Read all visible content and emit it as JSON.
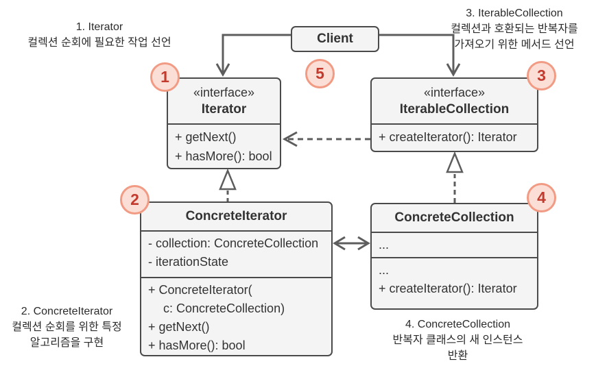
{
  "colors": {
    "box_fill": "#f4f4f4",
    "box_border": "#4a4a4a",
    "arrow": "#5d5d5d",
    "badge_fill": "#fbdfd6",
    "badge_border": "#f29b84",
    "badge_text": "#c23b2e"
  },
  "client": {
    "title": "Client"
  },
  "iterator": {
    "stereotype": "«interface»",
    "name": "Iterator",
    "methods": [
      "+ getNext()",
      "+ hasMore(): bool"
    ]
  },
  "iterableCollection": {
    "stereotype": "«interface»",
    "name": "IterableCollection",
    "methods": [
      "+ createIterator(): Iterator"
    ]
  },
  "concreteIterator": {
    "name": "ConcreteIterator",
    "fields": [
      "- collection: ConcreteCollection",
      "- iterationState"
    ],
    "methods": [
      "+ ConcreteIterator(",
      "c: ConcreteCollection)",
      "+ getNext()",
      "+ hasMore(): bool"
    ]
  },
  "concreteCollection": {
    "name": "ConcreteCollection",
    "fields": [
      "..."
    ],
    "methods": [
      "...",
      "+ createIterator(): Iterator"
    ]
  },
  "badges": {
    "b1": "1",
    "b2": "2",
    "b3": "3",
    "b4": "4",
    "b5": "5"
  },
  "notes": {
    "n1": {
      "l1": "1. Iterator",
      "l2": "컬렉션 순회에 필요한 작업 선언"
    },
    "n2": {
      "l1": "2. ConcreteIterator",
      "l2": "컬렉션 순회를 위한 특정",
      "l3": "알고리즘을 구현"
    },
    "n3": {
      "l1": "3. IterableCollection",
      "l2": "컬렉션과 호환되는 반복자를",
      "l3": "가져오기 위한 메서드 선언"
    },
    "n4": {
      "l1": "4. ConcreteCollection",
      "l2": "반복자 클래스의 새 인스턴스",
      "l3": "반환"
    }
  }
}
